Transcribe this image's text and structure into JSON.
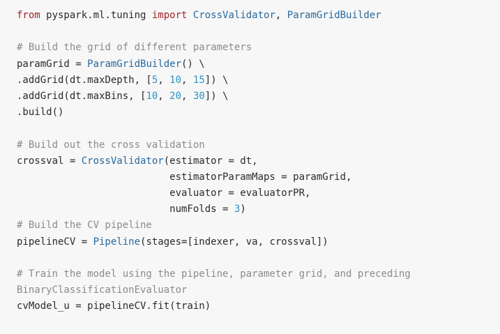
{
  "colors": {
    "background": "#f7f7f7",
    "keyword": "#a2242a",
    "name": "#27699e",
    "number": "#2f91c9",
    "comment": "#8a8a8a",
    "text": "#2a2a2a"
  },
  "code_lines": [
    [
      {
        "t": "kw",
        "v": "from"
      },
      {
        "t": "pl",
        "v": " pyspark.ml.tuning "
      },
      {
        "t": "kw",
        "v": "import"
      },
      {
        "t": "pl",
        "v": " "
      },
      {
        "t": "nm",
        "v": "CrossValidator"
      },
      {
        "t": "pl",
        "v": ", "
      },
      {
        "t": "nm",
        "v": "ParamGridBuilder"
      }
    ],
    [],
    [
      {
        "t": "cm",
        "v": "# Build the grid of different parameters"
      }
    ],
    [
      {
        "t": "pl",
        "v": "paramGrid = "
      },
      {
        "t": "nm",
        "v": "ParamGridBuilder"
      },
      {
        "t": "pl",
        "v": "() \\"
      }
    ],
    [
      {
        "t": "pl",
        "v": ".addGrid(dt.maxDepth, ["
      },
      {
        "t": "num",
        "v": "5"
      },
      {
        "t": "pl",
        "v": ", "
      },
      {
        "t": "num",
        "v": "10"
      },
      {
        "t": "pl",
        "v": ", "
      },
      {
        "t": "num",
        "v": "15"
      },
      {
        "t": "pl",
        "v": "]) \\"
      }
    ],
    [
      {
        "t": "pl",
        "v": ".addGrid(dt.maxBins, ["
      },
      {
        "t": "num",
        "v": "10"
      },
      {
        "t": "pl",
        "v": ", "
      },
      {
        "t": "num",
        "v": "20"
      },
      {
        "t": "pl",
        "v": ", "
      },
      {
        "t": "num",
        "v": "30"
      },
      {
        "t": "pl",
        "v": "]) \\"
      }
    ],
    [
      {
        "t": "pl",
        "v": ".build()"
      }
    ],
    [],
    [
      {
        "t": "cm",
        "v": "# Build out the cross validation"
      }
    ],
    [
      {
        "t": "pl",
        "v": "crossval = "
      },
      {
        "t": "nm",
        "v": "CrossValidator"
      },
      {
        "t": "pl",
        "v": "(estimator = dt,"
      }
    ],
    [
      {
        "t": "pl",
        "v": "                          estimatorParamMaps = paramGrid,"
      }
    ],
    [
      {
        "t": "pl",
        "v": "                          evaluator = evaluatorPR,"
      }
    ],
    [
      {
        "t": "pl",
        "v": "                          numFolds = "
      },
      {
        "t": "num",
        "v": "3"
      },
      {
        "t": "pl",
        "v": ")"
      }
    ],
    [
      {
        "t": "cm",
        "v": "# Build the CV pipeline"
      }
    ],
    [
      {
        "t": "pl",
        "v": "pipelineCV = "
      },
      {
        "t": "nm",
        "v": "Pipeline"
      },
      {
        "t": "pl",
        "v": "(stages=[indexer, va, crossval])"
      }
    ],
    [],
    [
      {
        "t": "cm",
        "v": "# Train the model using the pipeline, parameter grid, and preceding"
      }
    ],
    [
      {
        "t": "cm",
        "v": "BinaryClassificationEvaluator"
      }
    ],
    [
      {
        "t": "pl",
        "v": "cvModel_u = pipelineCV.fit(train)"
      }
    ]
  ]
}
